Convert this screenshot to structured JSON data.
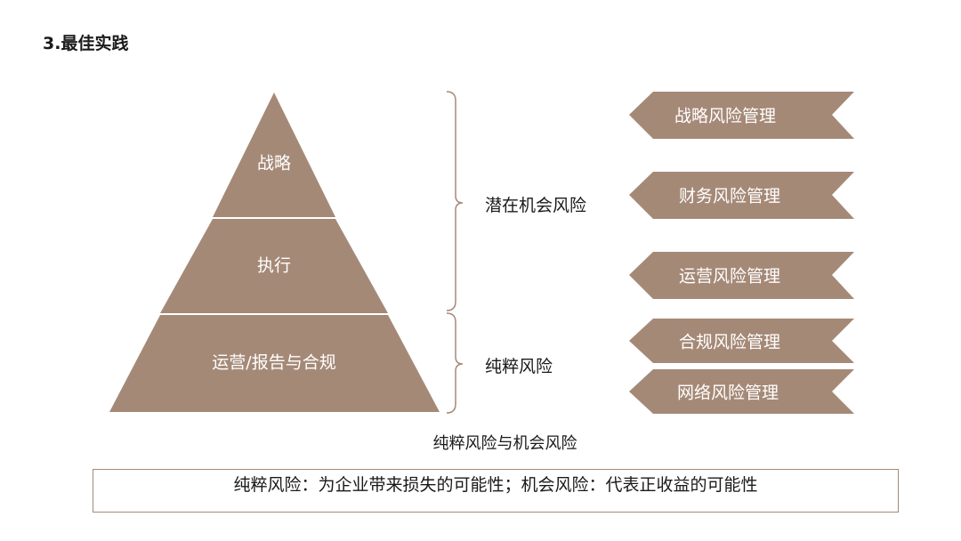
{
  "title": "3.最佳实践",
  "colors": {
    "fill": "#a58977",
    "bracket": "#a58977"
  },
  "pyramid": {
    "levels": [
      {
        "label": "战略"
      },
      {
        "label": "执行"
      },
      {
        "label": "运营/报告与合规"
      }
    ]
  },
  "brackets": [
    {
      "label": "潜在机会风险"
    },
    {
      "label": "纯粹风险"
    }
  ],
  "tags": [
    {
      "label": "战略风险管理"
    },
    {
      "label": "财务风险管理"
    },
    {
      "label": "运营风险管理"
    },
    {
      "label": "合规风险管理"
    },
    {
      "label": "网络风险管理"
    }
  ],
  "caption": "纯粹风险与机会风险",
  "note": "纯粹风险：为企业带来损失的可能性；机会风险：代表正收益的可能性"
}
